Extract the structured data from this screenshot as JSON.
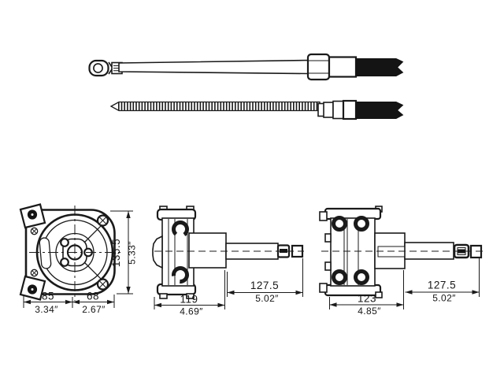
{
  "page": {
    "background": "#ffffff",
    "line_color": "#1a1a1a",
    "description": "Technical drawing: boat steering cable and helm unit with dimensions"
  },
  "views": {
    "front": {
      "label": "helm-front-view",
      "dims": {
        "height_mm": "135.5",
        "height_in": "5.33″",
        "left_mm": "85",
        "left_in": "3.34″",
        "right_mm": "68",
        "right_in": "2.67″"
      }
    },
    "side1": {
      "label": "helm-side-view-planetary",
      "dims": {
        "body_mm": "119",
        "body_in": "4.69″",
        "shaft_mm": "127.5",
        "shaft_in": "5.02″"
      }
    },
    "side2": {
      "label": "helm-side-view-bearing",
      "dims": {
        "body_mm": "123",
        "body_in": "4.85″",
        "shaft_mm": "127.5",
        "shaft_in": "5.02″"
      }
    }
  }
}
